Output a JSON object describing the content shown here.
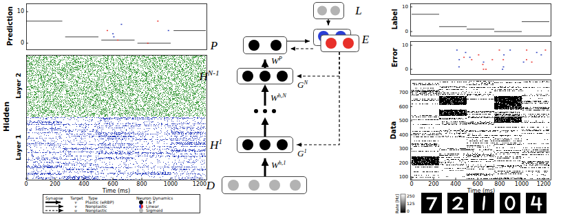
{
  "diagram": {
    "nodes": [
      {
        "text": [
          "L"
        ]
      },
      {
        "text": [
          "E"
        ]
      },
      {
        "text": [
          "P"
        ]
      },
      {
        "text": [
          "HN-1"
        ]
      },
      {
        "text": [
          "H1"
        ]
      },
      {
        "text": [
          "D"
        ]
      }
    ],
    "edges": [
      {
        "from": 5,
        "to": 4,
        "arrow": "to",
        "label": "Wh,1"
      },
      {
        "from": 3,
        "to": 2,
        "arrow": "to",
        "label": "WP"
      },
      {
        "from": 2,
        "to": 1,
        "arrow": "to"
      },
      {
        "from": 1,
        "to": 2,
        "arrow": "to"
      },
      {
        "from": 0,
        "to": 1,
        "arrow": "to"
      },
      {
        "from": 1,
        "to": 3,
        "arrow": "to",
        "label": "GN"
      },
      {
        "from": 1,
        "to": 4,
        "arrow": "to",
        "label": "G1"
      }
    ],
    "labels": [
      "Prediction",
      "10",
      "0",
      "Hidden",
      "Layer 2",
      "Layer 1",
      "0",
      "200",
      "400",
      "600",
      "800",
      "1000",
      "1200",
      "Time (ms)",
      "Synapse",
      "Target",
      "Type",
      "Neuron Dynamics",
      "v",
      "v",
      "u",
      "Wh,N",
      "Label",
      "10",
      "0",
      "Error",
      "10",
      "0",
      "Data",
      "700",
      "600",
      "500",
      "400",
      "300",
      "200",
      "100",
      "0",
      "200",
      "400",
      "600",
      "800",
      "1000",
      "1200",
      "Time (ms)",
      "Rate [Hz]",
      "250",
      "125",
      "0"
    ],
    "legend": [
      {
        "text": "Plastic (eRBP)"
      },
      {
        "text": "Nonplastic"
      },
      {
        "text": "Nonplastic"
      },
      {
        "text": "I & F",
        "color": "#000000"
      },
      {
        "text": "Linear",
        "color": "#e8302a"
      },
      {
        "text": "Sigmoid",
        "color": "#b3b3b3"
      }
    ]
  }
}
